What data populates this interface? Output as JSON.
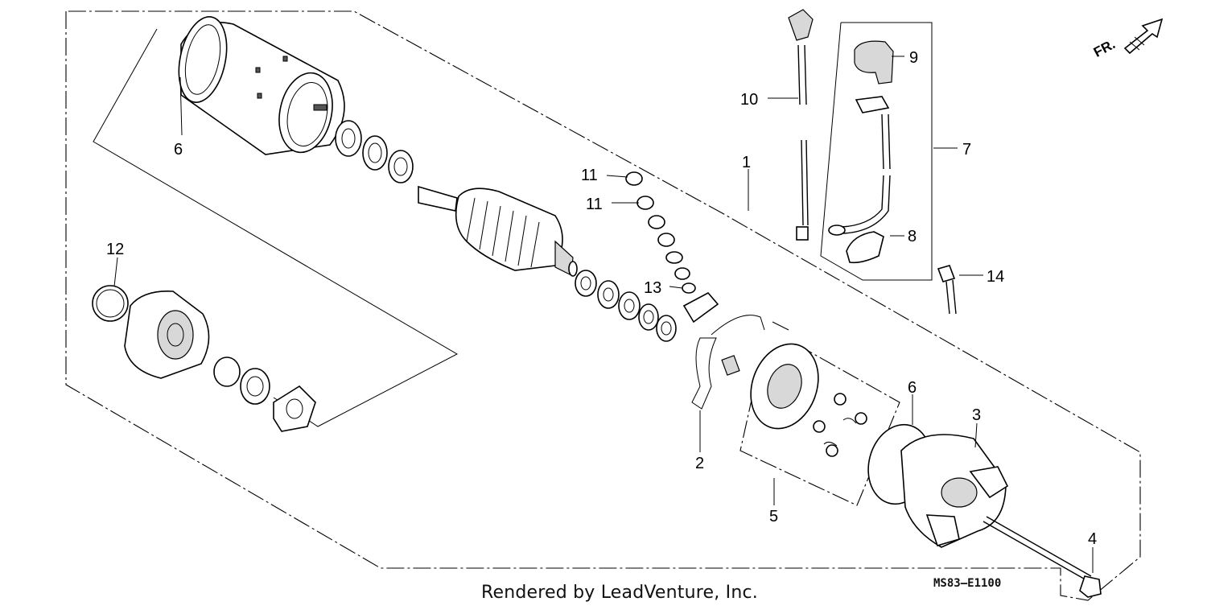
{
  "diagram": {
    "orientation_label": "FR.",
    "diagram_code": "MS83—E1100",
    "credit": "Rendered by LeadVenture, Inc.",
    "callouts": {
      "c1": "1",
      "c2": "2",
      "c3": "3",
      "c4": "4",
      "c5": "5",
      "c6a": "6",
      "c6b": "6",
      "c7": "7",
      "c8": "8",
      "c9": "9",
      "c10": "10",
      "c11a": "11",
      "c11b": "11",
      "c12": "12",
      "c13": "13",
      "c14": "14"
    }
  }
}
